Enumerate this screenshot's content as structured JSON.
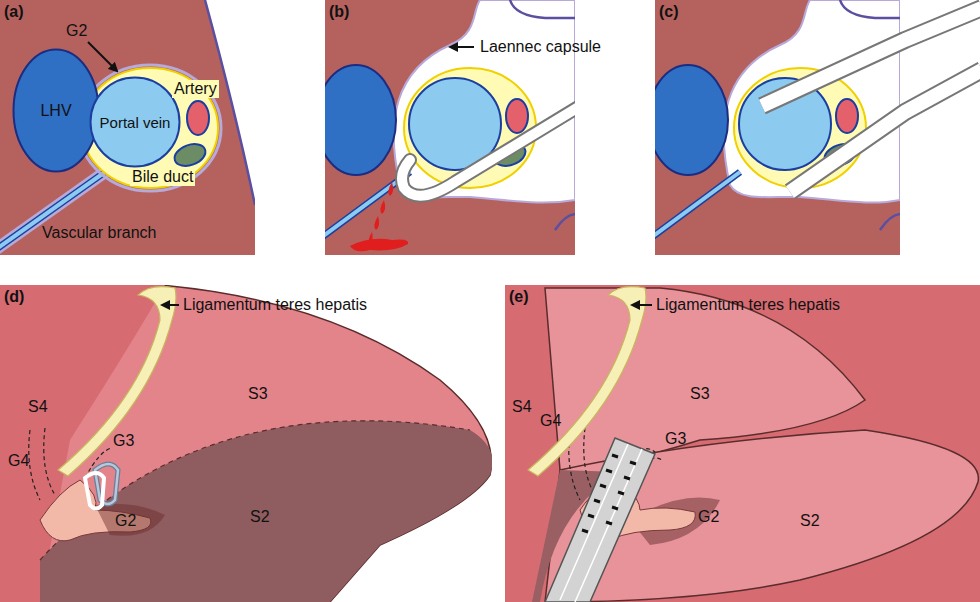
{
  "diagram": {
    "nodes": [
      {
        "text": [
          "LHV"
        ]
      },
      {
        "text": [
          "Portal vein"
        ]
      }
    ],
    "labels": [
      "(a)",
      "G2",
      "Artery",
      "Bile duct",
      "Vascular branch",
      "(b)",
      "Laennec capsule",
      "(c)",
      "(d)",
      "Ligamentum teres hepatis",
      "S4",
      "S3",
      "G4",
      "G3",
      "G2",
      "S2",
      "(e)",
      "Ligamentum teres hepatis",
      "S4",
      "S3",
      "G4",
      "G3",
      "G2",
      "S2"
    ]
  }
}
